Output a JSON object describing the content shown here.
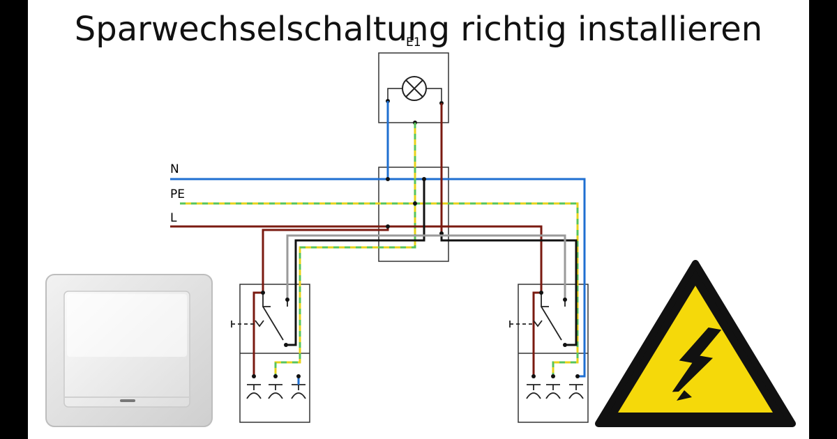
{
  "title": "Sparwechselschaltung richtig installieren",
  "diagram": {
    "lamp_label": "E1",
    "conductors": [
      {
        "label": "N",
        "color": "#1f6fd1"
      },
      {
        "label": "PE",
        "color": "#e8d21a",
        "stripe": "#58c45a"
      },
      {
        "label": "L",
        "color": "#7a1a10"
      }
    ],
    "switch_leg_color": "#111111",
    "traveller_color": "#9a9a9a"
  },
  "warning_icon": "high-voltage-warning-icon",
  "photo_icon": "light-switch-photo-icon",
  "colors": {
    "background": "#ffffff",
    "side_bars": "#000000",
    "warning_yellow": "#f5d90a"
  }
}
